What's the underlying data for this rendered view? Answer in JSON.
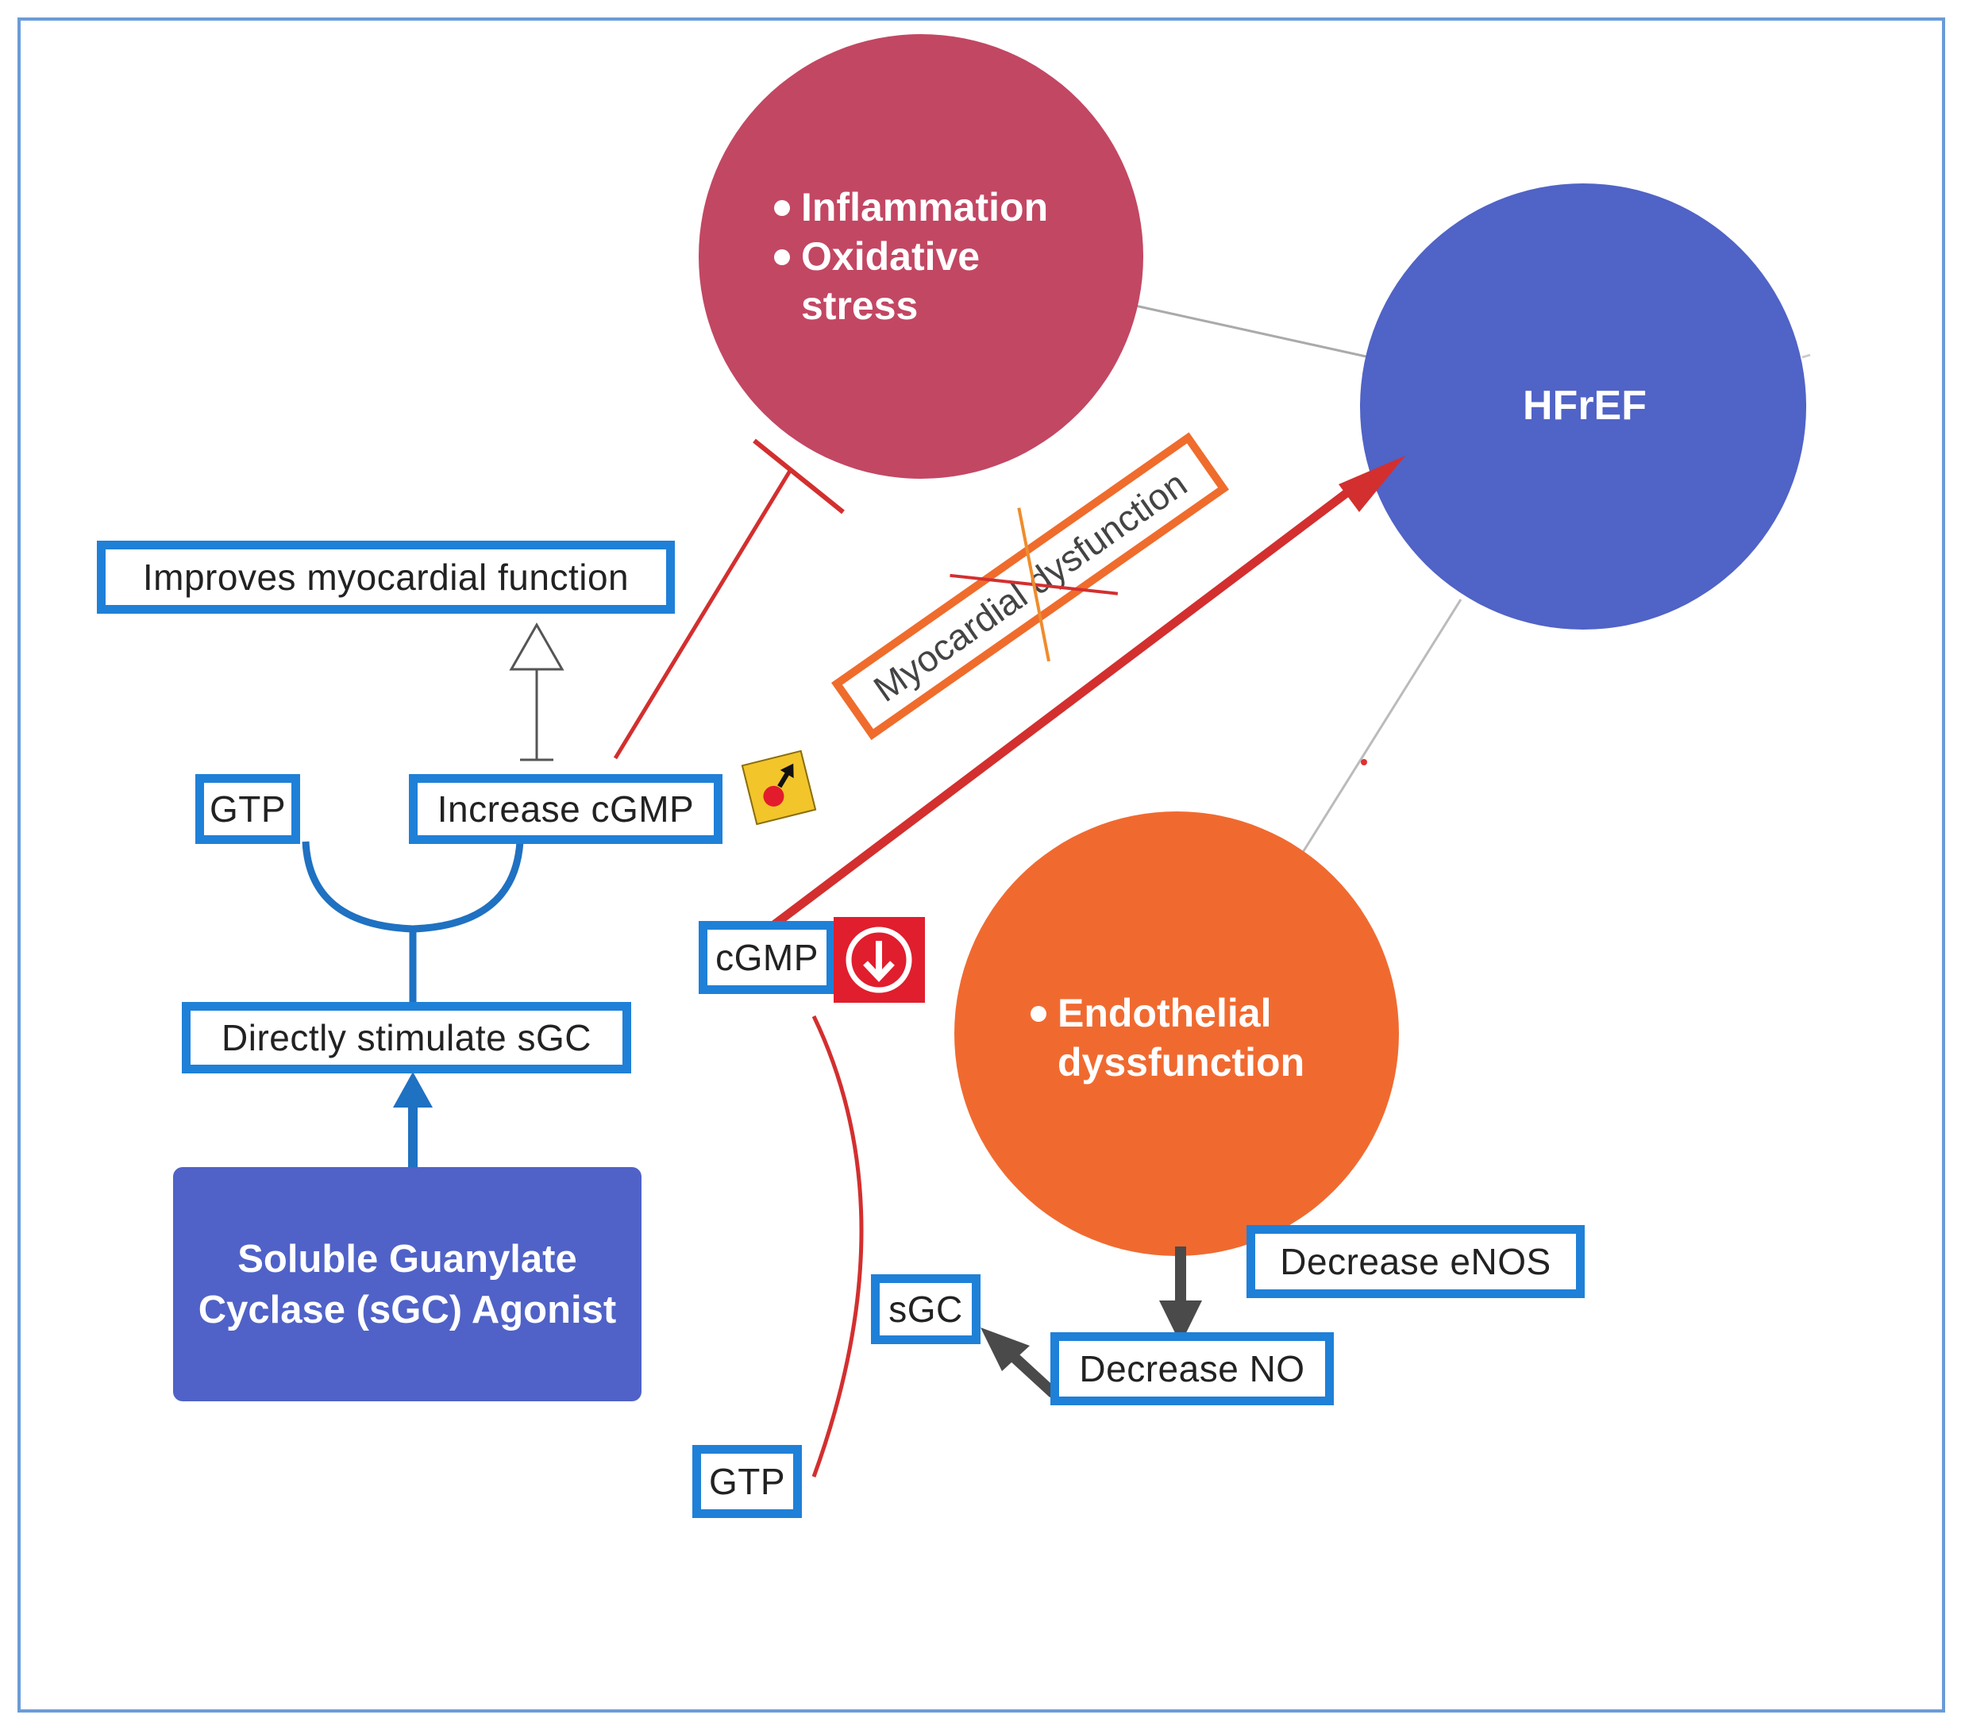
{
  "circles": {
    "inflammation": {
      "lines": [
        "Inflammation",
        "Oxidative",
        "stress"
      ],
      "color": "#c24763"
    },
    "hfref": {
      "label": "HFrEF",
      "color": "#5063c6"
    },
    "endothelial": {
      "lines": [
        "Endothelial",
        "dyssfunction"
      ],
      "color": "#f06a30"
    }
  },
  "boxes": {
    "improves": "Improves myocardial function",
    "gtp_left": "GTP",
    "increase_cgmp": "Increase cGMP",
    "directly_stimulate": "Directly stimulate sGC",
    "cgmp": "cGMP",
    "sgc": "sGC",
    "gtp_bottom": "GTP",
    "decrease_enos": "Decrease eNOS",
    "decrease_no": "Decrease NO",
    "myocardial_dysfunction": "Myocardial dysfunction"
  },
  "agonist": {
    "line1": "Soluble Guanylate",
    "line2": "Cyclase (sGC) Agonist",
    "color": "#5062c7"
  },
  "colors": {
    "label_border": "#1f80d8",
    "inhibit_red": "#d32f2f",
    "arrow_dark": "#4a4a4a",
    "myo_border": "#ef6c2c",
    "frame": "#6a9bd8"
  },
  "icons": {
    "badge": "increase-icon",
    "down": "down-arrow-icon"
  }
}
